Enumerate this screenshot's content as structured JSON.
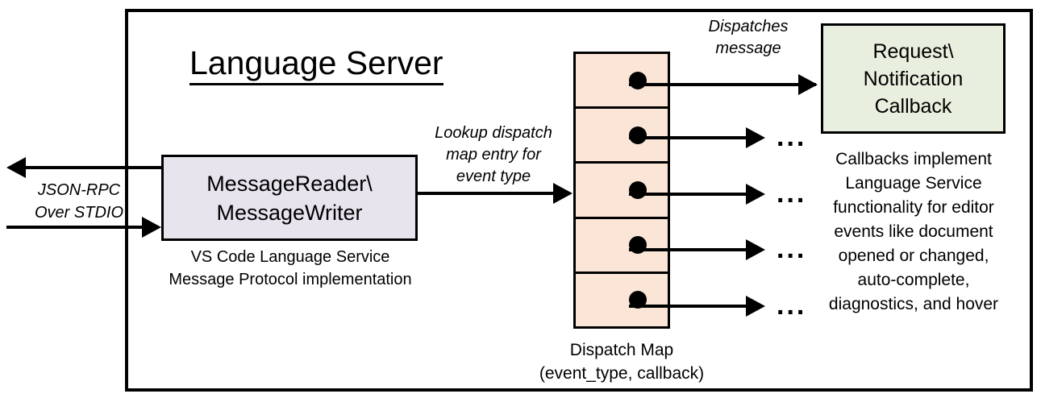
{
  "diagram": {
    "title": "Language Server",
    "external": {
      "protocol_label_line1": "JSON-RPC",
      "protocol_label_line2": "Over STDIO",
      "outgoing_arrow": "arrow-left",
      "incoming_arrow": "arrow-right"
    },
    "reader_writer": {
      "line1": "MessageReader\\",
      "line2": "MessageWriter",
      "caption_line1": "VS Code Language Service",
      "caption_line2": "Message Protocol implementation",
      "fill": "#E8E4EE",
      "stroke": "#000000"
    },
    "lookup": {
      "line1": "Lookup dispatch",
      "line2": "map entry for",
      "line3": "event type"
    },
    "dispatch_map": {
      "caption_line1": "Dispatch Map",
      "caption_line2": "(event_type, callback)",
      "fill": "#FBE5D6",
      "stroke": "#000000",
      "cells": [
        {
          "index": 1
        },
        {
          "index": 2
        },
        {
          "index": 3
        },
        {
          "index": 4
        },
        {
          "index": 5
        }
      ]
    },
    "dispatch_label": {
      "line1": "Dispatches",
      "line2": "message"
    },
    "ellipses": [
      "...",
      "...",
      "...",
      "..."
    ],
    "callback": {
      "line1": "Request\\",
      "line2": "Notification",
      "line3": "Callback",
      "fill": "#E9EFDF",
      "stroke": "#000000",
      "caption_line1": "Callbacks implement",
      "caption_line2": "Language Service",
      "caption_line3": "functionality for editor",
      "caption_line4": "events like document",
      "caption_line5": "opened or changed,",
      "caption_line6": "auto-complete,",
      "caption_line7": "diagnostics, and hover"
    }
  }
}
